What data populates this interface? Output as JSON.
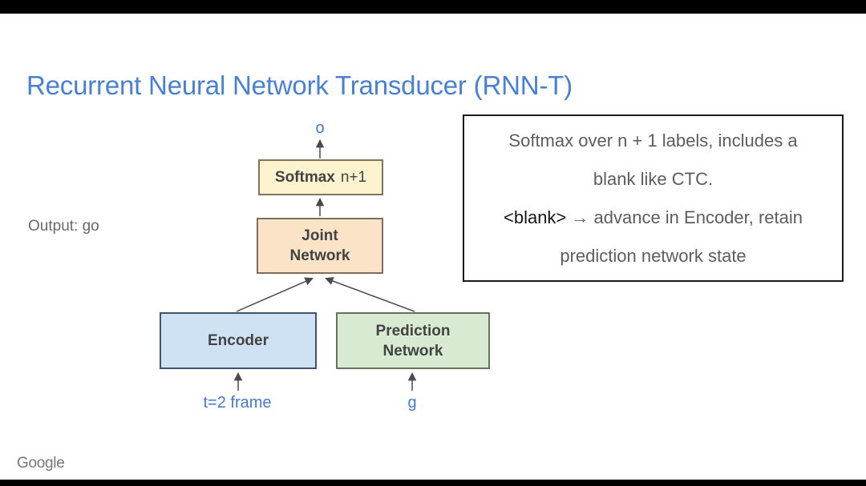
{
  "page": {
    "background_color": "#ffffff",
    "letterbox_color": "#000000"
  },
  "title": {
    "text": "Recurrent Neural Network Transducer (RNN-T)",
    "color": "#4a80d4"
  },
  "diagram": {
    "output_symbol": "o",
    "boxes": {
      "softmax": {
        "label_bold": "Softmax",
        "label_suffix": "n+1",
        "fill": "#fdf3cf",
        "border": "#7c765c"
      },
      "joint": {
        "label": "Joint Network",
        "fill": "#fbe3c8",
        "border": "#7a6f58"
      },
      "encoder": {
        "label": "Encoder",
        "fill": "#cfe2f3",
        "border": "#41536a"
      },
      "prediction": {
        "label": "Prediction Network",
        "fill": "#d9ead3",
        "border": "#64735c"
      }
    },
    "inputs": {
      "encoder_input": "t=2 frame",
      "prediction_input": "g"
    },
    "blue_label_color": "#4478cf",
    "arrow_color": "#4a4a4a"
  },
  "side_label": {
    "text": "Output: go",
    "color": "#6a6a6a"
  },
  "info_box": {
    "line1": "Softmax over n + 1 labels, includes a",
    "line2": "blank like CTC.",
    "line3_blank": "<blank>",
    "line3_rest": " → advance in Encoder, retain",
    "line4": "prediction network state",
    "border_color": "#1a1a1a",
    "text_color": "#5d5d5d"
  },
  "footer": {
    "logo_text": "Google",
    "logo_color": "#767676"
  }
}
